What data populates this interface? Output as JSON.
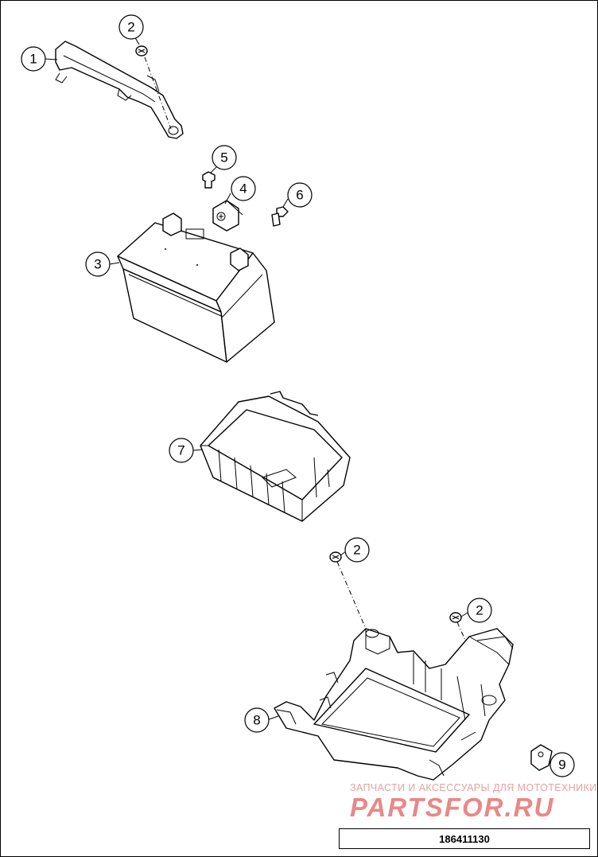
{
  "callouts": [
    "1",
    "2",
    "3",
    "4",
    "5",
    "6",
    "7",
    "2",
    "2",
    "8",
    "9"
  ],
  "watermark": {
    "tagline": "ЗАПЧАСТИ И АКСЕССУАРЫ ДЛЯ МОТОТЕХНИКИ",
    "logo": "PARTSFOR.RU"
  },
  "diagram_ref": "186411130"
}
